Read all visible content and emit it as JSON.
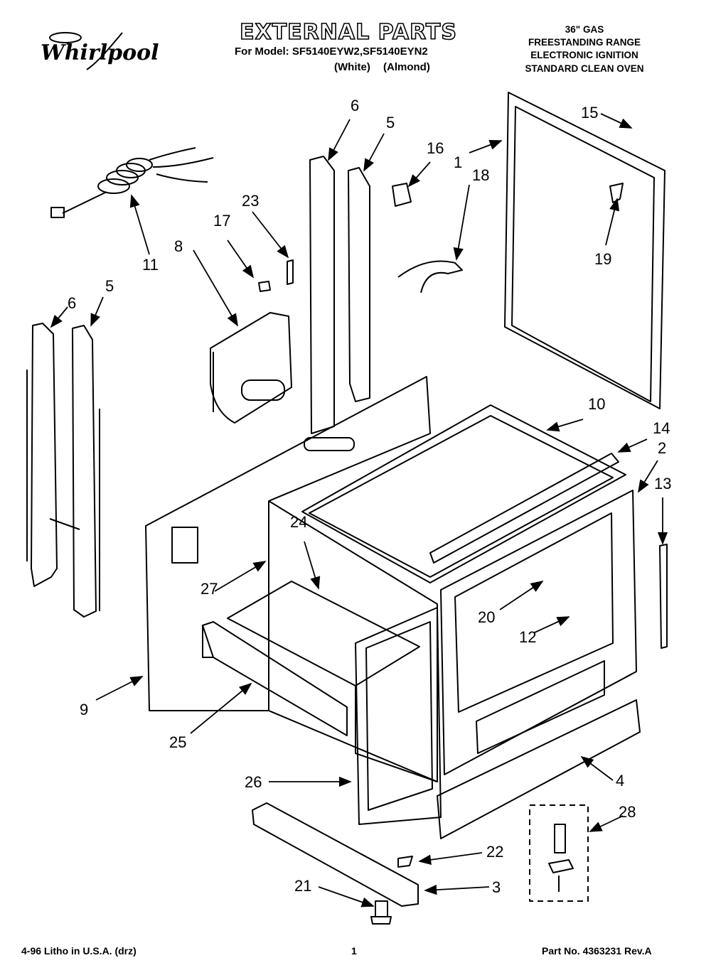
{
  "header": {
    "brand": "Whirlpool",
    "title": "EXTERNAL PARTS",
    "models_line": "For Model: SF5140EYW2,SF5140EYN2",
    "color_white": "(White)",
    "color_almond": "(Almond)",
    "spec_lines": [
      "36\" GAS",
      "FREESTANDING RANGE",
      "ELECTRONIC  IGNITION",
      "STANDARD  CLEAN OVEN"
    ]
  },
  "callouts": {
    "c1": "1",
    "c2": "2",
    "c3": "3",
    "c4": "4",
    "c5a": "5",
    "c5b": "5",
    "c6a": "6",
    "c6b": "6",
    "c8": "8",
    "c9": "9",
    "c10": "10",
    "c11": "11",
    "c12": "12",
    "c13": "13",
    "c14": "14",
    "c15": "15",
    "c16": "16",
    "c17": "17",
    "c18": "18",
    "c19": "19",
    "c20": "20",
    "c21": "21",
    "c22": "22",
    "c23": "23",
    "c24": "24",
    "c25": "25",
    "c26": "26",
    "c27": "27",
    "c28": "28"
  },
  "footer": {
    "litho": "4-96 Litho in U.S.A. (drz)",
    "page": "1",
    "part_no": "Part No. 4363231 Rev.A"
  }
}
